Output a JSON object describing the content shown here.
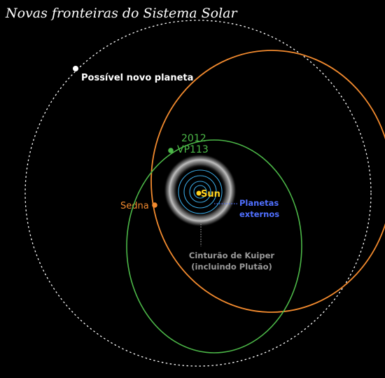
{
  "title": "Novas fronteiras do Sistema Solar",
  "labels": {
    "possible_planet": "Possível novo planeta",
    "object_2012_line1": "2012",
    "object_2012_line2": "VP113",
    "sedna": "Sedna",
    "sun": "Sun",
    "outer_planets_line1": "Planetas",
    "outer_planets_line2": "externos",
    "kuiper_line1": "Cinturão de Kuiper",
    "kuiper_line2": "(incluindo Plutão)"
  },
  "colors": {
    "background": "#000000",
    "possible_planet_orbit": "#ffffff",
    "sedna": "#f28a2e",
    "object_2012_vp113": "#4cb848",
    "sun": "#ffd21f",
    "outer_planets": "#3aa6e0",
    "outer_planets_label": "#4f6fff",
    "kuiper_belt": "#b8b8b8",
    "kuiper_label": "#9a9a9a"
  }
}
